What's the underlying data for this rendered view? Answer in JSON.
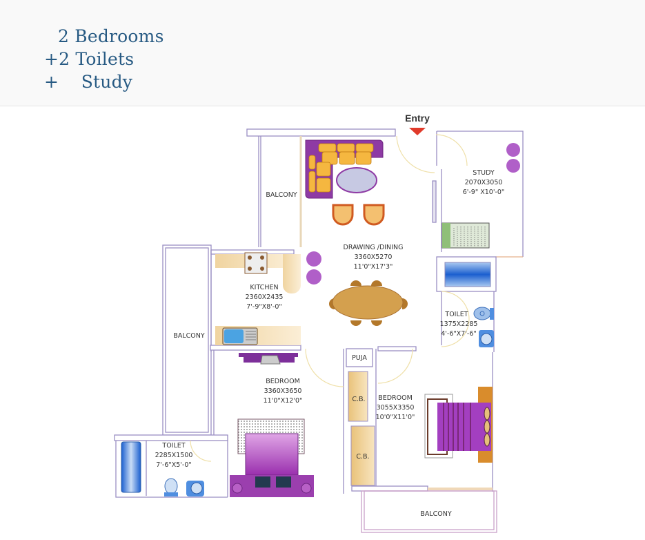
{
  "header": {
    "lines": [
      "2 Bedrooms",
      "+2 Toilets",
      "+    Study"
    ],
    "text_color": "#275a83"
  },
  "plan": {
    "entry_label": "Entry",
    "rooms": {
      "balcony_top": {
        "name": "BALCONY"
      },
      "study": {
        "name": "STUDY",
        "metric": "2070X3050",
        "imperial": "6'-9\" X10'-0\""
      },
      "drawing": {
        "name": "DRAWING /DINING",
        "metric": "3360X5270",
        "imperial": "11'0\"X17'3\""
      },
      "kitchen": {
        "name": "KITCHEN",
        "metric": "2360X2435",
        "imperial": "7'-9\"X8'-0\""
      },
      "toilet_right": {
        "name": "TOILET",
        "metric": "1375X2285",
        "imperial": "4'-6\"X7'-6\""
      },
      "balcony_left": {
        "name": "BALCONY"
      },
      "bedroom_left": {
        "name": "BEDROOM",
        "metric": "3360X3650",
        "imperial": "11'0\"X12'0\""
      },
      "puja": {
        "name": "PUJA"
      },
      "cb_top": {
        "name": "C.B."
      },
      "cb_bottom": {
        "name": "C.B."
      },
      "bedroom_right": {
        "name": "BEDROOM",
        "metric": "3055X3350",
        "imperial": "10'0\"X11'0\""
      },
      "toilet_left": {
        "name": "TOILET",
        "metric": "2285X1500",
        "imperial": "7'-6\"X5'-0\""
      },
      "balcony_bottom": {
        "name": "BALCONY"
      }
    },
    "colors": {
      "wall": "#9a8fc4",
      "wall_outer": "#c9a0c9",
      "counter": "#f3dcb0",
      "furniture_purple": "#9b3fae",
      "sofa_yellow": "#f4b63a",
      "wood": "#c8913f",
      "water_blue": "#2c6fcf",
      "entry_arrow": "#e03a2a"
    }
  }
}
